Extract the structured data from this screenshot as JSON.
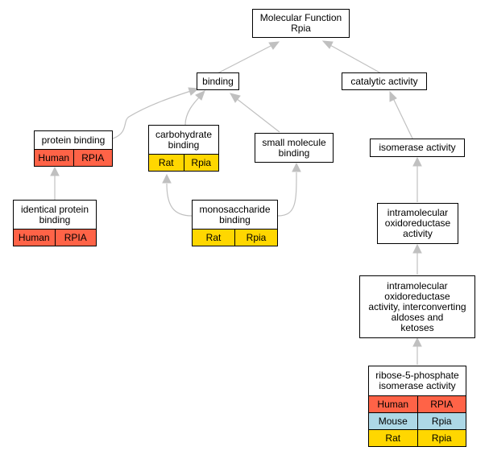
{
  "nodes": {
    "molecular_function": {
      "label": "Molecular Function\nRpia"
    },
    "binding": {
      "label": "binding"
    },
    "catalytic_activity": {
      "label": "catalytic activity"
    },
    "protein_binding": {
      "label": "protein binding",
      "annotations": [
        [
          "Human",
          "RPIA"
        ]
      ]
    },
    "carbohydrate_binding": {
      "label": "carbohydrate\nbinding",
      "annotations": [
        [
          "Rat",
          "Rpia"
        ]
      ]
    },
    "small_molecule_binding": {
      "label": "small molecule\nbinding"
    },
    "isomerase_activity": {
      "label": "isomerase activity"
    },
    "identical_protein_binding": {
      "label": "identical protein\nbinding",
      "annotations": [
        [
          "Human",
          "RPIA"
        ]
      ]
    },
    "monosaccharide_binding": {
      "label": "monosaccharide\nbinding",
      "annotations": [
        [
          "Rat",
          "Rpia"
        ]
      ]
    },
    "intramolecular_oxidoreductase_activity": {
      "label": "intramolecular\noxidoreductase\nactivity"
    },
    "intramolecular_oxidoreductase_interconverting": {
      "label": "intramolecular\noxidoreductase\nactivity, interconverting\naldoses and\nketoses"
    },
    "ribose_5_phosphate_isomerase_activity": {
      "label": "ribose-5-phosphate\nisomerase activity",
      "annotations": [
        [
          "Human",
          "RPIA"
        ],
        [
          "Mouse",
          "Rpia"
        ],
        [
          "Rat",
          "Rpia"
        ]
      ]
    }
  },
  "species_colors": {
    "Human": "#ff6347",
    "Mouse": "#add8e6",
    "Rat": "#ffd700"
  },
  "edge_color": "#c0c0c0"
}
